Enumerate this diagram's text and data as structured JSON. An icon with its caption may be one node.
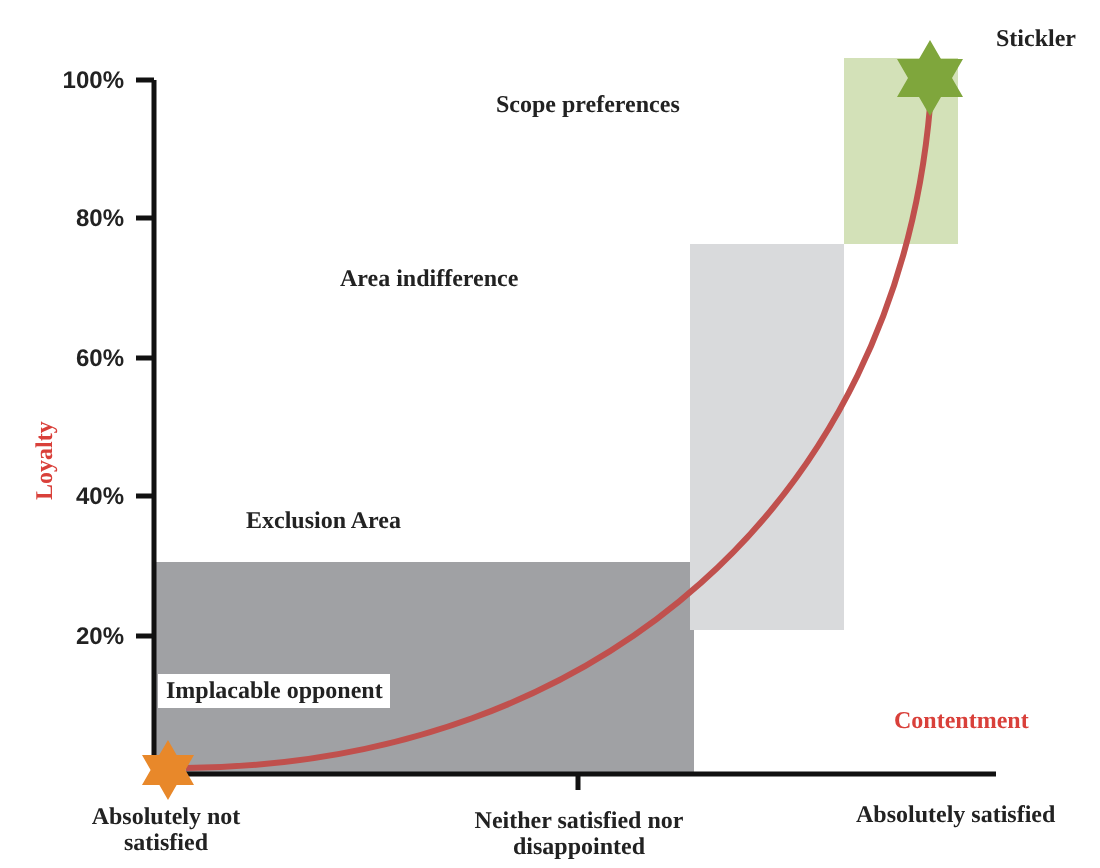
{
  "diagram": {
    "nodes": [
      {
        "text": [],
        "shape": "star"
      },
      {
        "text": [],
        "shape": "star"
      }
    ],
    "edges": [
      {
        "from": 0,
        "to": 1,
        "arrow": "none"
      }
    ],
    "labels": [
      "Stickler",
      "100%",
      "Scope preferences",
      "80%",
      "Area indifference",
      "60%",
      "Loyalty",
      "40%",
      "Exclusion Area",
      "20%",
      "Implacable opponent",
      "Contentment",
      "Absolutely not satisfied",
      "Neither satisfied nor disappointed",
      "Absolutely satisfied"
    ]
  }
}
